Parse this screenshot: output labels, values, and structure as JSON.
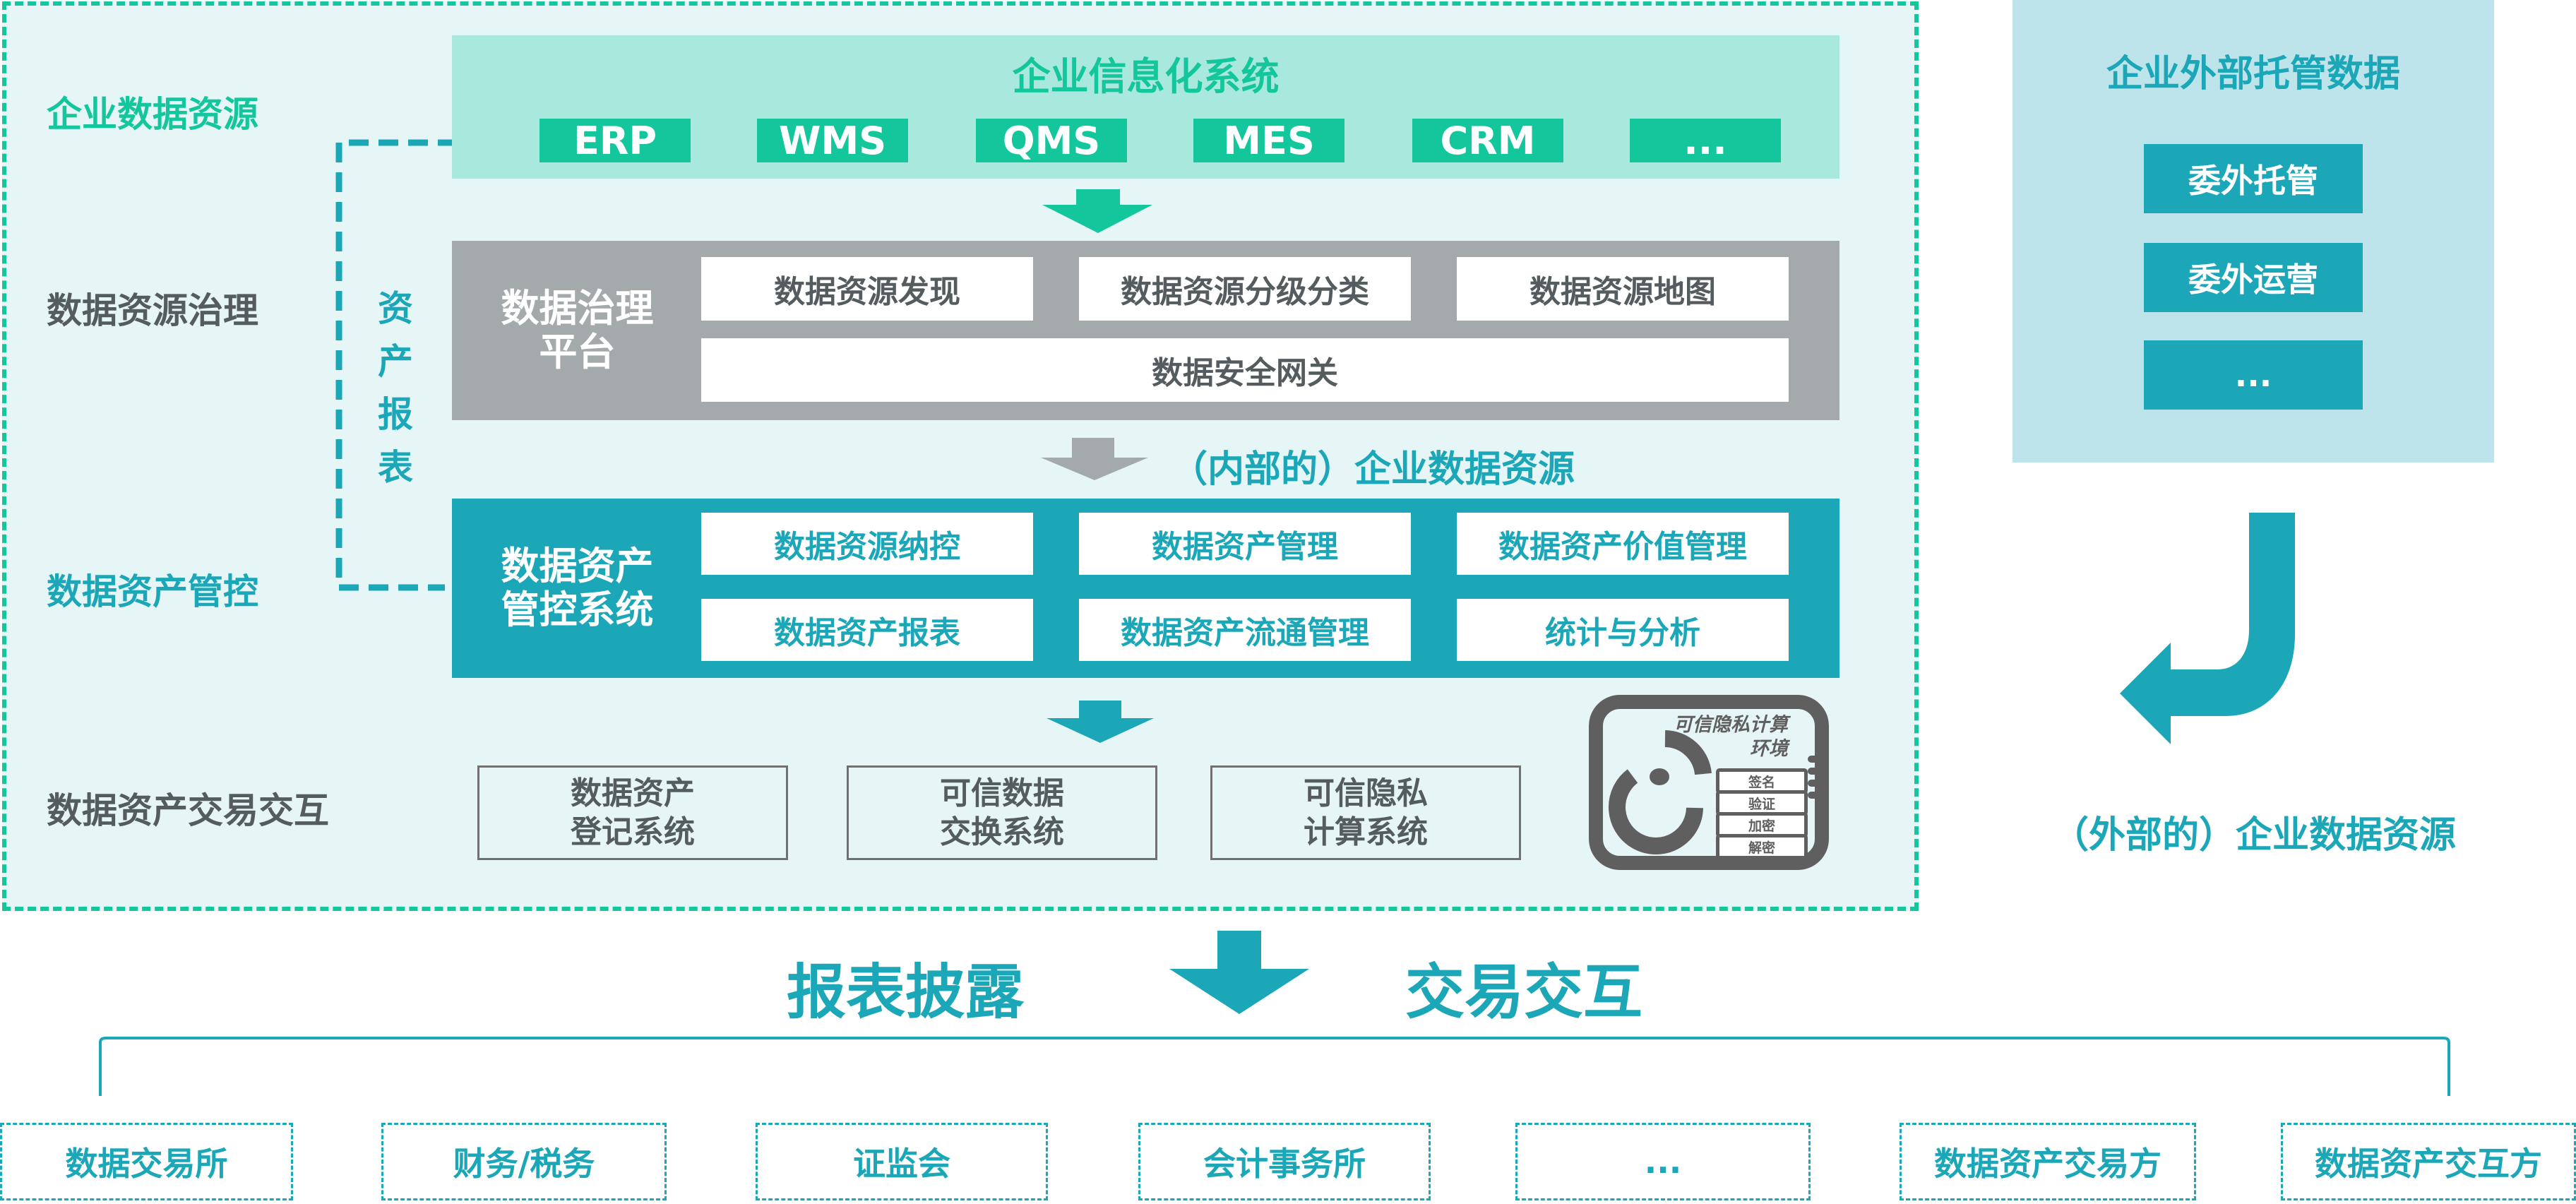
{
  "colors": {
    "green": "#14c69b",
    "teal": "#1ba7b7",
    "gray": "#a4aaab",
    "dark_gray": "#555c5f",
    "panel_bg": "#e6f5f6",
    "info_layer_bg": "#a9e8dd",
    "external_panel_bg": "#bce4ea"
  },
  "row_labels": {
    "enterprise_data_resources": "企业数据资源",
    "data_resource_governance": "数据资源治理",
    "data_asset_control": "数据资产管控",
    "data_asset_trading": "数据资产交易交互"
  },
  "asset_report_label": [
    "资",
    "产",
    "报",
    "表"
  ],
  "info_systems": {
    "title": "企业信息化系统",
    "items": [
      "ERP",
      "WMS",
      "QMS",
      "MES",
      "CRM",
      "..."
    ]
  },
  "governance_platform": {
    "title_lines": [
      "数据治理",
      "平台"
    ],
    "modules": [
      "数据资源发现",
      "数据资源分级分类",
      "数据资源地图"
    ],
    "gateway": "数据安全网关"
  },
  "internal_resource_label": "（内部的）企业数据资源",
  "asset_control_system": {
    "title_lines": [
      "数据资产",
      "管控系统"
    ],
    "modules_row1": [
      "数据资源纳控",
      "数据资产管理",
      "数据资产价值管理"
    ],
    "modules_row2": [
      "数据资产报表",
      "数据资产流通管理",
      "统计与分析"
    ]
  },
  "trading_systems": [
    {
      "line1": "数据资产",
      "line2": "登记系统"
    },
    {
      "line1": "可信数据",
      "line2": "交换系统"
    },
    {
      "line1": "可信隐私",
      "line2": "计算系统"
    }
  ],
  "tee_icon": {
    "title_line1": "可信隐私计算",
    "title_line2": "环境",
    "functions": [
      "签名",
      "验证",
      "加密",
      "解密"
    ]
  },
  "external_panel": {
    "title": "企业外部托管数据",
    "items": [
      "委外托管",
      "委外运营",
      "..."
    ]
  },
  "external_resource_label": "（外部的）企业数据资源",
  "outputs": {
    "left_label": "报表披露",
    "right_label": "交易交互"
  },
  "recipients": [
    "数据交易所",
    "财务/税务",
    "证监会",
    "会计事务所",
    "...",
    "数据资产交易方",
    "数据资产交互方"
  ]
}
